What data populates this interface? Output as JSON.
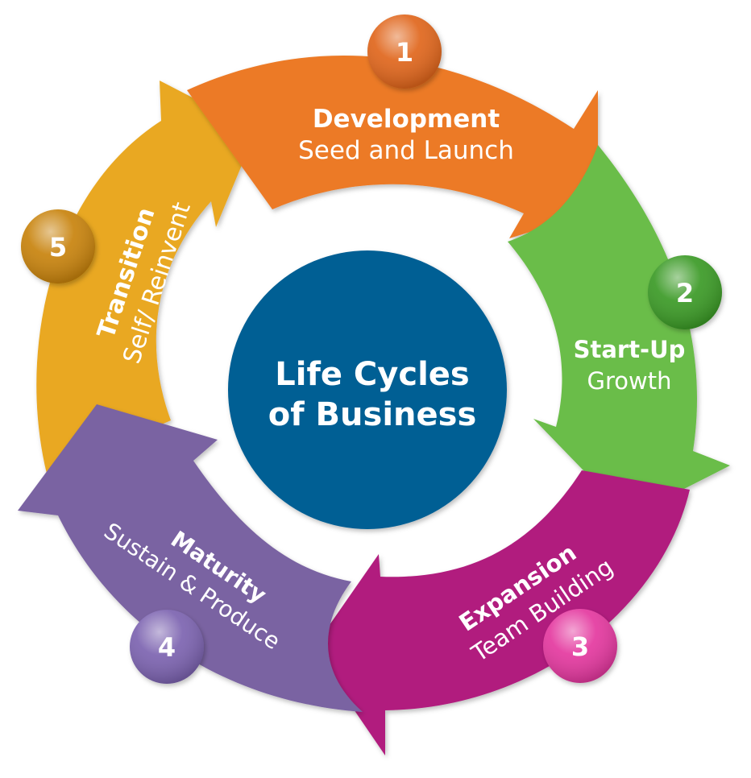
{
  "center": {
    "line1": "Life Cycles",
    "line2": "of Business",
    "color": "#045f94"
  },
  "stages": [
    {
      "number": "1",
      "title": "Development",
      "subtitle": "Seed and Launch",
      "color": "#ec7a26",
      "badge": "#e0661a"
    },
    {
      "number": "2",
      "title": "Start-Up",
      "subtitle": "Growth",
      "color": "#6bbd48",
      "badge": "#3a9a26"
    },
    {
      "number": "3",
      "title": "Expansion",
      "subtitle": "Team Building",
      "color": "#b11f7e",
      "badge": "#e4389f"
    },
    {
      "number": "4",
      "title": "Maturity",
      "subtitle": "Sustain & Produce",
      "color": "#7a63a2",
      "badge": "#7b63b0"
    },
    {
      "number": "5",
      "title": "Transition",
      "subtitle": "Self/ Reinvent",
      "color": "#e9a823",
      "badge": "#c88307"
    }
  ]
}
